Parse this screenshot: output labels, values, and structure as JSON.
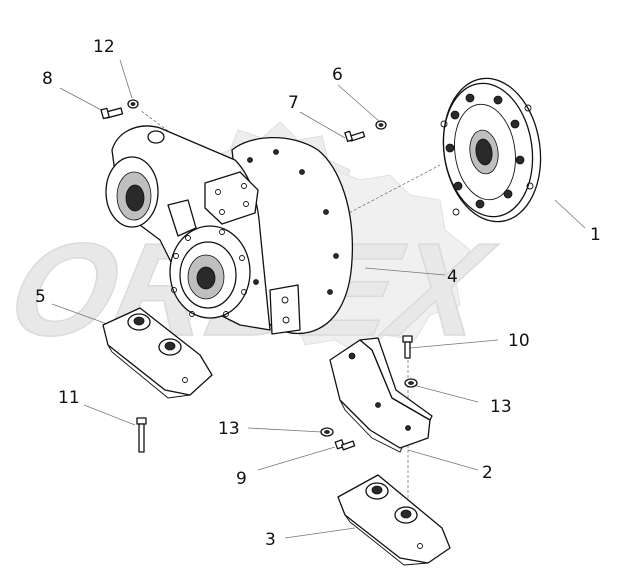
{
  "watermark": {
    "brand": "ORBEX",
    "color": "#e8e8e8"
  },
  "callouts": {
    "c1": "1",
    "c2": "2",
    "c3": "3",
    "c4": "4",
    "c5": "5",
    "c6": "6",
    "c7": "7",
    "c8": "8",
    "c9": "9",
    "c10": "10",
    "c11": "11",
    "c12": "12",
    "c13a": "13",
    "c13b": "13"
  },
  "parts": {
    "p1": "flange-disc",
    "p2": "bracket",
    "p3": "mount-pad",
    "p4": "housing",
    "p5": "mount-pad",
    "p6": "washer",
    "p7": "bolt",
    "p8": "bolt",
    "p9": "bolt",
    "p10": "bolt",
    "p11": "bolt",
    "p12": "washer",
    "p13": "washer"
  }
}
